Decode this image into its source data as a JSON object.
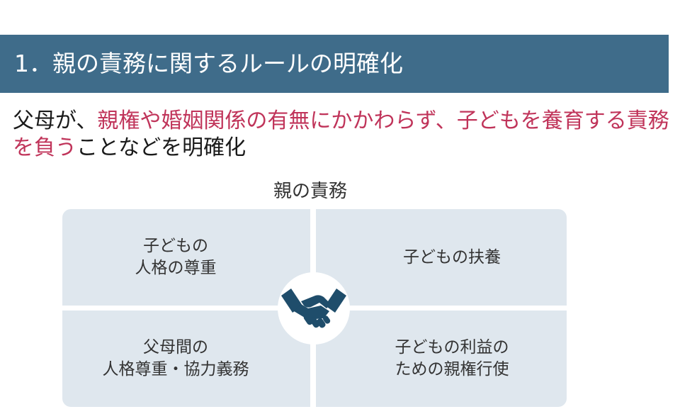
{
  "header": {
    "title": "1．親の責務に関するルールの明確化"
  },
  "summary": {
    "part1": "父母が、",
    "highlight": "親権や婚姻関係の有無にかかわらず、子どもを養育する責務を負う",
    "part2": "ことなどを明確化"
  },
  "diagram": {
    "title": "親の責務",
    "quadrants": [
      {
        "label": "子どもの\n人格の尊重"
      },
      {
        "label": "子どもの扶養"
      },
      {
        "label": "父母間の\n人格尊重・協力義務"
      },
      {
        "label": "子どもの利益の\nための親権行使"
      }
    ],
    "center_icon": "handshake-icon"
  },
  "colors": {
    "title_bar": "#3f6c8a",
    "highlight": "#c0345a",
    "quadrant_bg": "#dfe7ee",
    "icon": "#1f4d6b"
  }
}
